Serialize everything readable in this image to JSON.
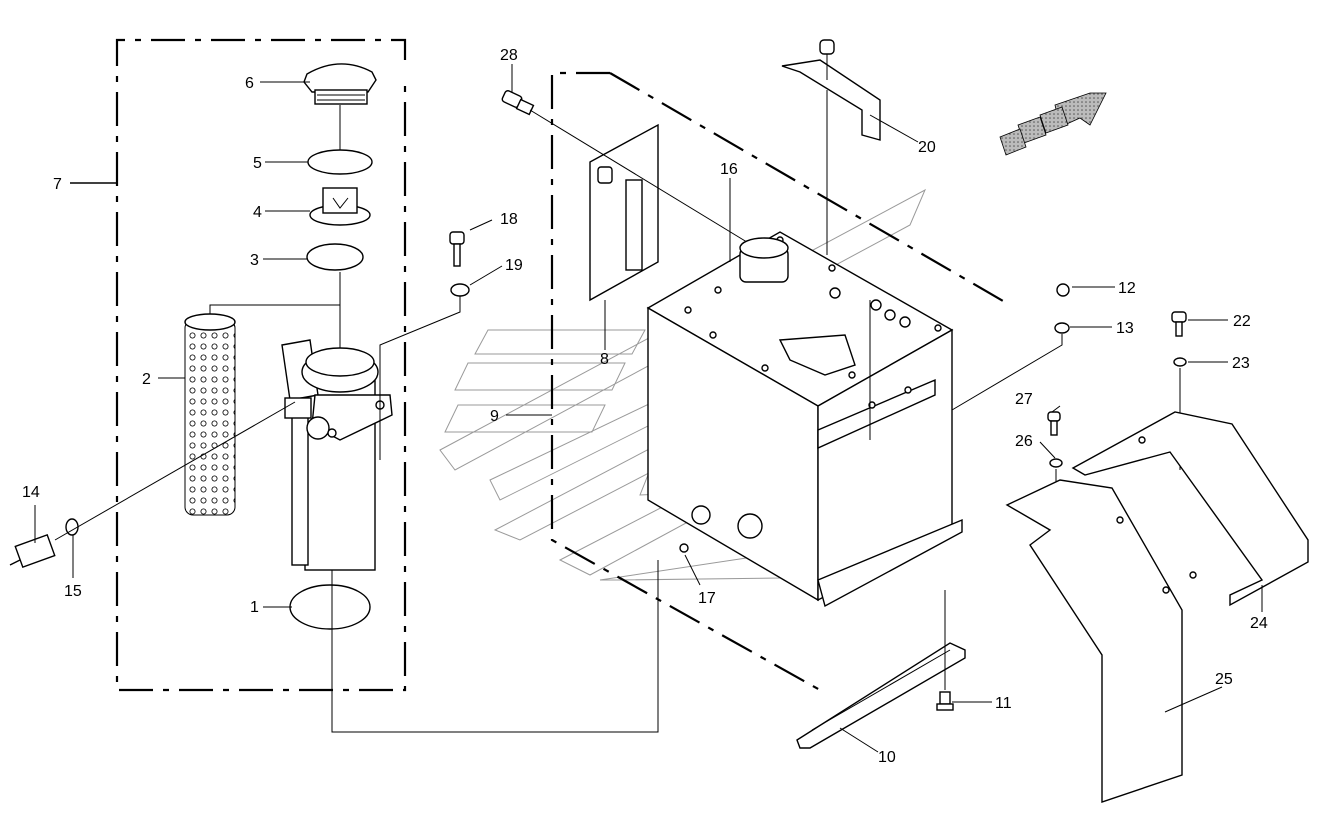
{
  "callouts": {
    "c1": "1",
    "c2": "2",
    "c3": "3",
    "c4": "4",
    "c5": "5",
    "c6": "6",
    "c7": "7",
    "c8": "8",
    "c9": "9",
    "c10": "10",
    "c11": "11",
    "c12": "12",
    "c13": "13",
    "c14": "14",
    "c15": "15",
    "c16": "16",
    "c17": "17",
    "c18": "18",
    "c19": "19",
    "c20": "20",
    "c22": "22",
    "c23": "23",
    "c24": "24",
    "c25": "25",
    "c26": "26",
    "c27": "27",
    "c28": "28"
  }
}
